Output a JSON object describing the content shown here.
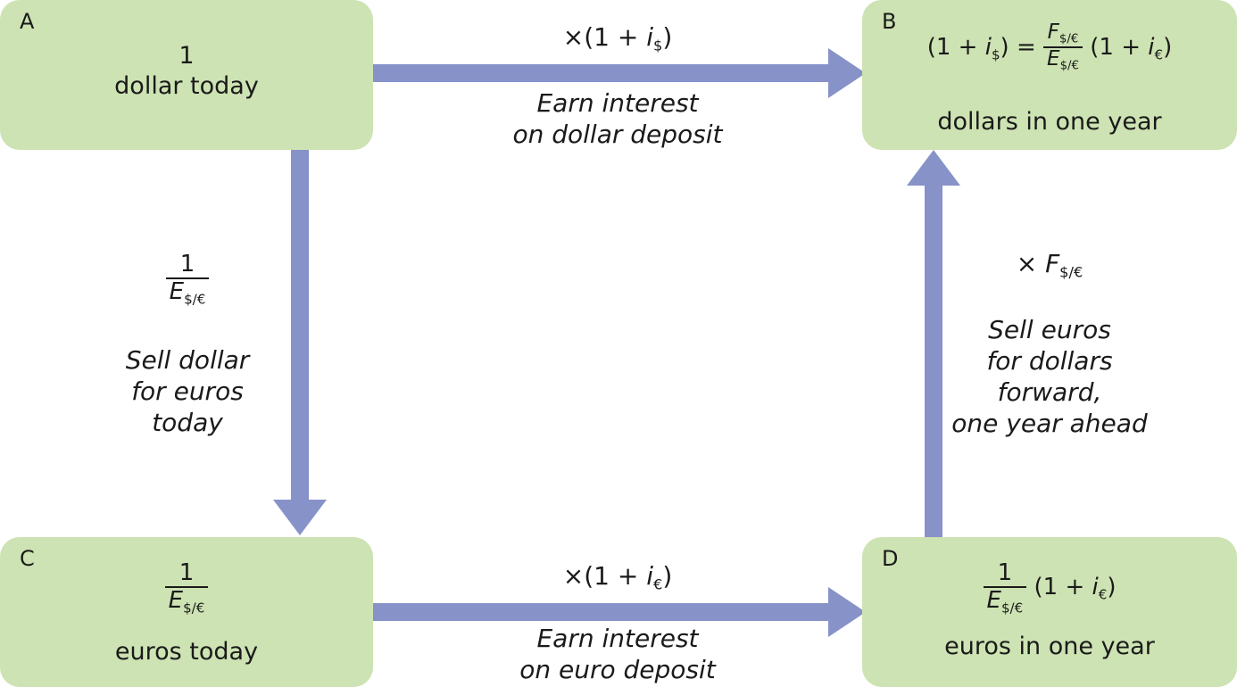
{
  "boxes": {
    "a": {
      "letter": "A",
      "amount": "1",
      "caption": "dollar today"
    },
    "b": {
      "letter": "B",
      "caption": "dollars in one year"
    },
    "c": {
      "letter": "C",
      "caption": "euros today"
    },
    "d": {
      "letter": "D",
      "caption": "euros in one year"
    }
  },
  "arrows": {
    "top": {
      "operator": "×(1 + i$)",
      "line1": "Earn interest",
      "line2": "on dollar deposit"
    },
    "left": {
      "line1": "Sell dollar",
      "line2": "for euros",
      "line3": "today"
    },
    "bottom": {
      "operator": "×(1 + i€)",
      "line1": "Earn interest",
      "line2": "on euro deposit"
    },
    "right": {
      "operator": "× F$/€",
      "line1": "Sell euros",
      "line2": "for dollars",
      "line3": "forward,",
      "line4": "one year ahead"
    }
  },
  "colors": {
    "box": "#cde3b3",
    "arrow": "#8792c8"
  }
}
